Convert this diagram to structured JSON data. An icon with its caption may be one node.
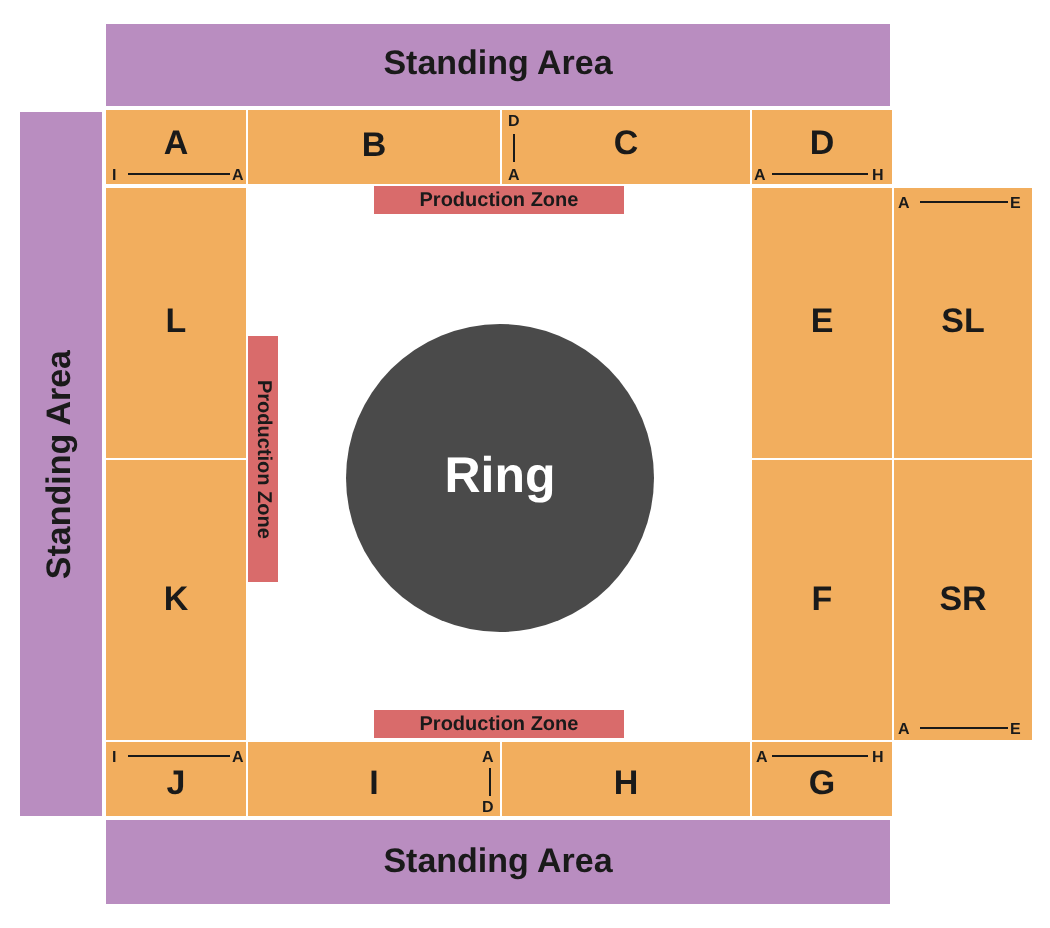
{
  "diagram": {
    "nodes": [
      {
        "text": [
          "Standing Area"
        ]
      },
      {
        "text": [
          "A"
        ]
      },
      {
        "text": [
          "B"
        ]
      },
      {
        "text": [
          "C"
        ]
      },
      {
        "text": [
          "D"
        ]
      },
      {
        "text": [
          "Production Zone"
        ]
      },
      {
        "text": [
          "Standing Area"
        ]
      },
      {
        "text": [
          "L"
        ]
      },
      {
        "text": [
          "E"
        ]
      },
      {
        "text": [
          "SL"
        ]
      },
      {
        "text": [
          "Production Zone"
        ]
      },
      {
        "text": [
          "Ring"
        ]
      },
      {
        "text": [
          "K"
        ]
      },
      {
        "text": [
          "F"
        ]
      },
      {
        "text": [
          "SR"
        ]
      },
      {
        "text": [
          "Production Zone"
        ]
      },
      {
        "text": [
          "J"
        ]
      },
      {
        "text": [
          "I"
        ]
      },
      {
        "text": [
          "H"
        ]
      },
      {
        "text": [
          "G"
        ]
      },
      {
        "text": [
          "Standing Area"
        ]
      }
    ],
    "labels": [
      "D",
      "I",
      "A",
      "A",
      "A",
      "H",
      "A",
      "E",
      "A",
      "E",
      "I",
      "A",
      "A",
      "A",
      "H",
      "D"
    ]
  }
}
